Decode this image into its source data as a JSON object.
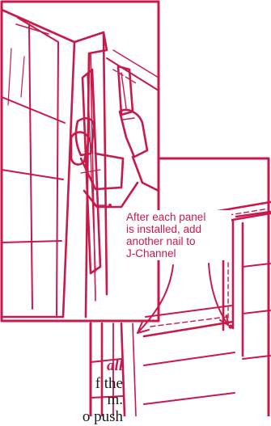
{
  "caption": {
    "line1": "After each panel",
    "line2": "is installed, add",
    "line3": "another nail to",
    "line4": "J-Channel"
  },
  "page_text": {
    "heading_fragment": "all",
    "line2_fragment": "f the",
    "line3_fragment": "m.",
    "line4_fragment": "o push"
  },
  "colors": {
    "stroke": "#c8194b",
    "background": "#ffffff",
    "text": "#1a1a1a"
  }
}
